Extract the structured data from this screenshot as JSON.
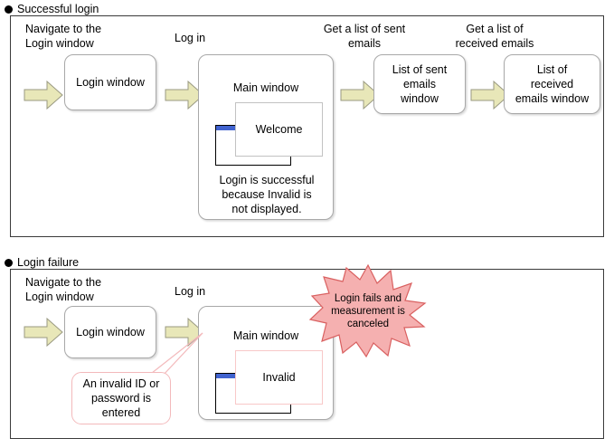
{
  "sections": [
    {
      "heading": "Successful login",
      "steps": [
        {
          "label": "Navigate to the\nLogin window"
        },
        {
          "label": "Log in"
        },
        {
          "label": "Get a list of sent\nemails"
        },
        {
          "label": "Get a list of\nreceived emails"
        }
      ],
      "boxes": [
        {
          "label": "Login window"
        },
        {
          "label": "Main window"
        },
        {
          "label": "List of sent\nemails\nwindow"
        },
        {
          "label": "List of\nreceived\nemails window"
        }
      ],
      "main_window": {
        "front_window_caption": "Welcome",
        "note": "Login is successful\nbecause Invalid is\nnot displayed."
      }
    },
    {
      "heading": "Login failure",
      "steps": [
        {
          "label": "Navigate to the\nLogin window"
        },
        {
          "label": "Log in"
        }
      ],
      "boxes": [
        {
          "label": "Login window"
        },
        {
          "label": "Main window"
        }
      ],
      "main_window": {
        "front_window_caption": "Invalid"
      },
      "callout": {
        "text": "An invalid ID or\npassword is\nentered"
      },
      "starburst": {
        "text": "Login fails and\nmeasurement is\ncanceled"
      }
    }
  ],
  "colors": {
    "arrow_fill": "#e8e7b8",
    "arrow_stroke": "#9a9a82",
    "frame_border": "#3a3a3a",
    "box_border": "#a8a8a8",
    "titlebar_blue": "#4163cf",
    "pink_border": "#f8c8c8",
    "star_fill": "#f5b0b0",
    "star_stroke": "#d96060"
  }
}
